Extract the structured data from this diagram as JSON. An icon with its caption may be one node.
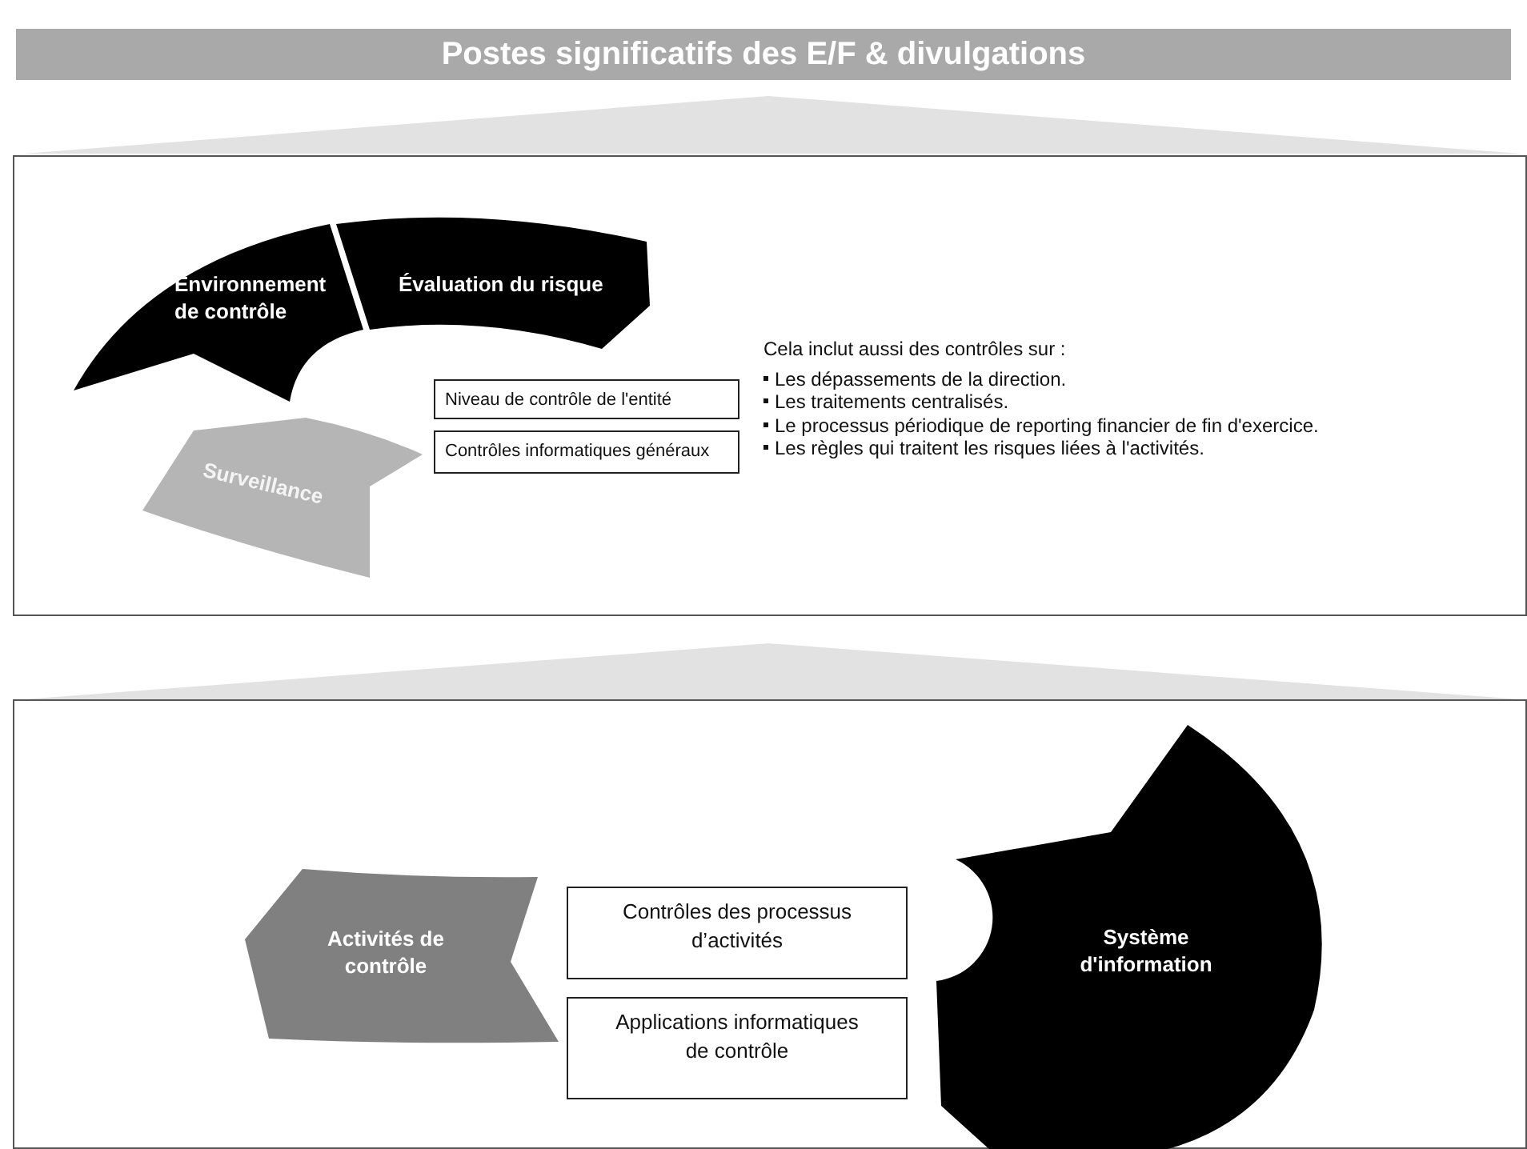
{
  "diagram": {
    "title": "Postes significatifs des E/F & divulgations",
    "nodes": [
      {
        "text": [],
        "shape": "box"
      },
      {
        "text": [
          "Environnement de contrôle"
        ],
        "in": 0
      },
      {
        "text": [
          "Évaluation du risque"
        ],
        "in": 0
      },
      {
        "text": [
          "Surveillance"
        ],
        "in": 0
      },
      {
        "text": [
          "Niveau de contrôle de l'entité"
        ],
        "in": 0
      },
      {
        "text": [
          "Contrôles informatiques généraux"
        ],
        "in": 0
      },
      {
        "text": [],
        "shape": "box"
      },
      {
        "text": [
          "Activités de contrôle"
        ],
        "in": 6
      },
      {
        "text": [
          "Contrôles des processus d’activités"
        ],
        "in": 6
      },
      {
        "text": [
          "Applications informatiques de contrôle"
        ],
        "in": 6
      },
      {
        "text": [
          "Système d'information"
        ],
        "in": 6
      },
      {
        "text": [],
        "shape": "triangle"
      },
      {
        "text": [],
        "shape": "triangle"
      }
    ],
    "labels": [
      "Cela inclut aussi des contrôles sur :",
      "Les dépassements de la direction.",
      "Les traitements centralisés.",
      "Le processus périodique de reporting financier de fin d'exercice.",
      "Les règles qui traitent les risques liées à l'activités."
    ]
  }
}
